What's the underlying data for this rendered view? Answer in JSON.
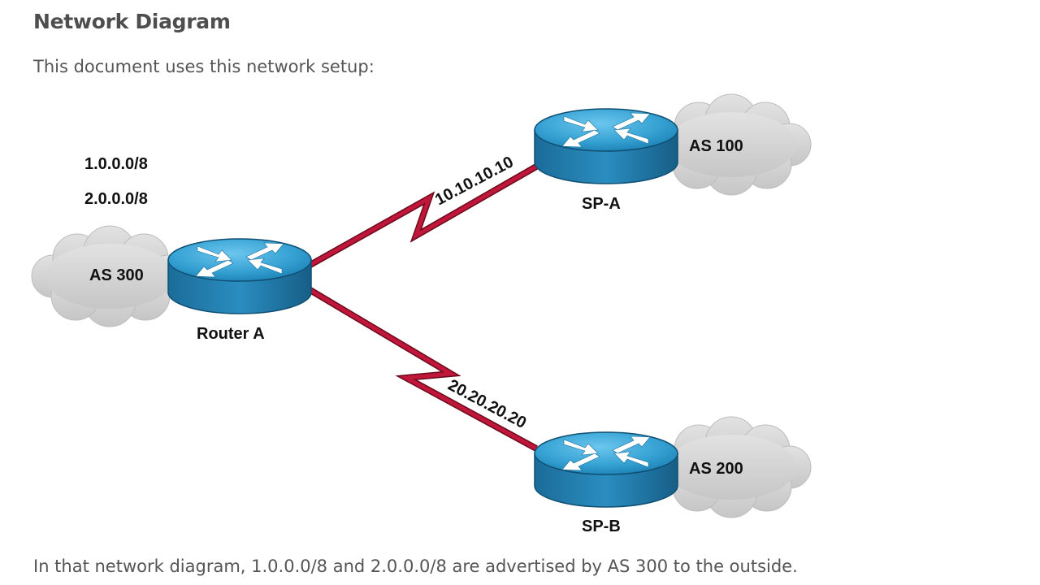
{
  "heading": "Network Diagram",
  "intro": "This document uses this network setup:",
  "caption": "In that network diagram, 1.0.0.0/8 and 2.0.0.0/8 are advertised by AS 300 to the outside.",
  "diagram": {
    "prefixes": [
      "1.0.0.0/8",
      "2.0.0.0/8"
    ],
    "routers": [
      {
        "name": "Router A",
        "as": "AS 300"
      },
      {
        "name": "SP-A",
        "as": "AS 100"
      },
      {
        "name": "SP-B",
        "as": "AS 200"
      }
    ],
    "links": [
      {
        "from": "Router A",
        "to": "SP-A",
        "label": "10.10.10.10"
      },
      {
        "from": "Router A",
        "to": "SP-B",
        "label": "20.20.20.20"
      }
    ]
  },
  "colors": {
    "heading": "#4e4e4e",
    "body_text": "#555555",
    "router_top": "#39a4d4",
    "router_side": "#1a6f9c",
    "serial_link": "#b3142f",
    "cloud": "#d4d4d4"
  }
}
